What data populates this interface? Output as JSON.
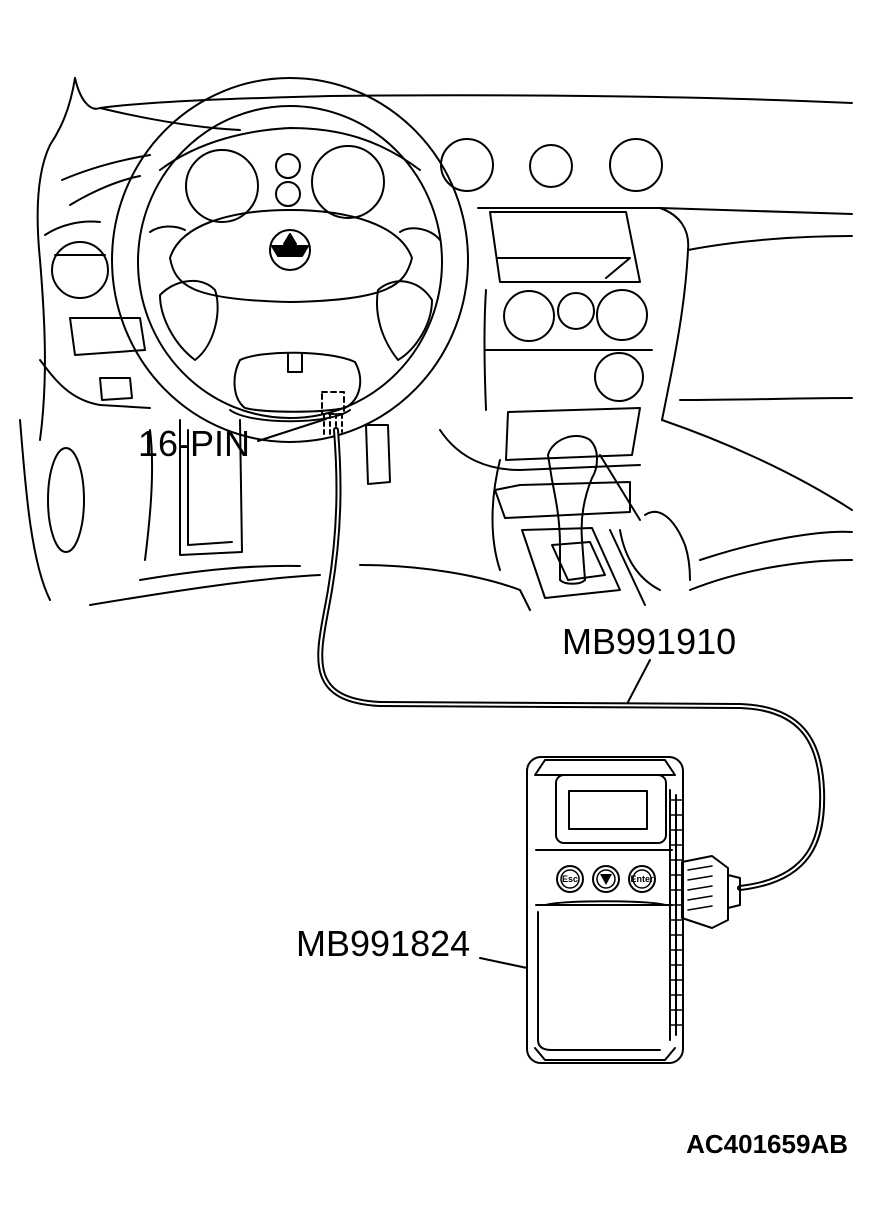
{
  "labels": {
    "connector": "16-PIN",
    "cable": "MB991910",
    "tool": "MB991824",
    "figure_id": "AC401659AB"
  },
  "tool_buttons": {
    "esc": "Esc",
    "enter": "Enter"
  },
  "icons": {
    "logo": "mitsubishi-logo-icon",
    "down_button": "down-arrow-icon"
  },
  "colors": {
    "line": "#000000",
    "background": "#ffffff"
  }
}
